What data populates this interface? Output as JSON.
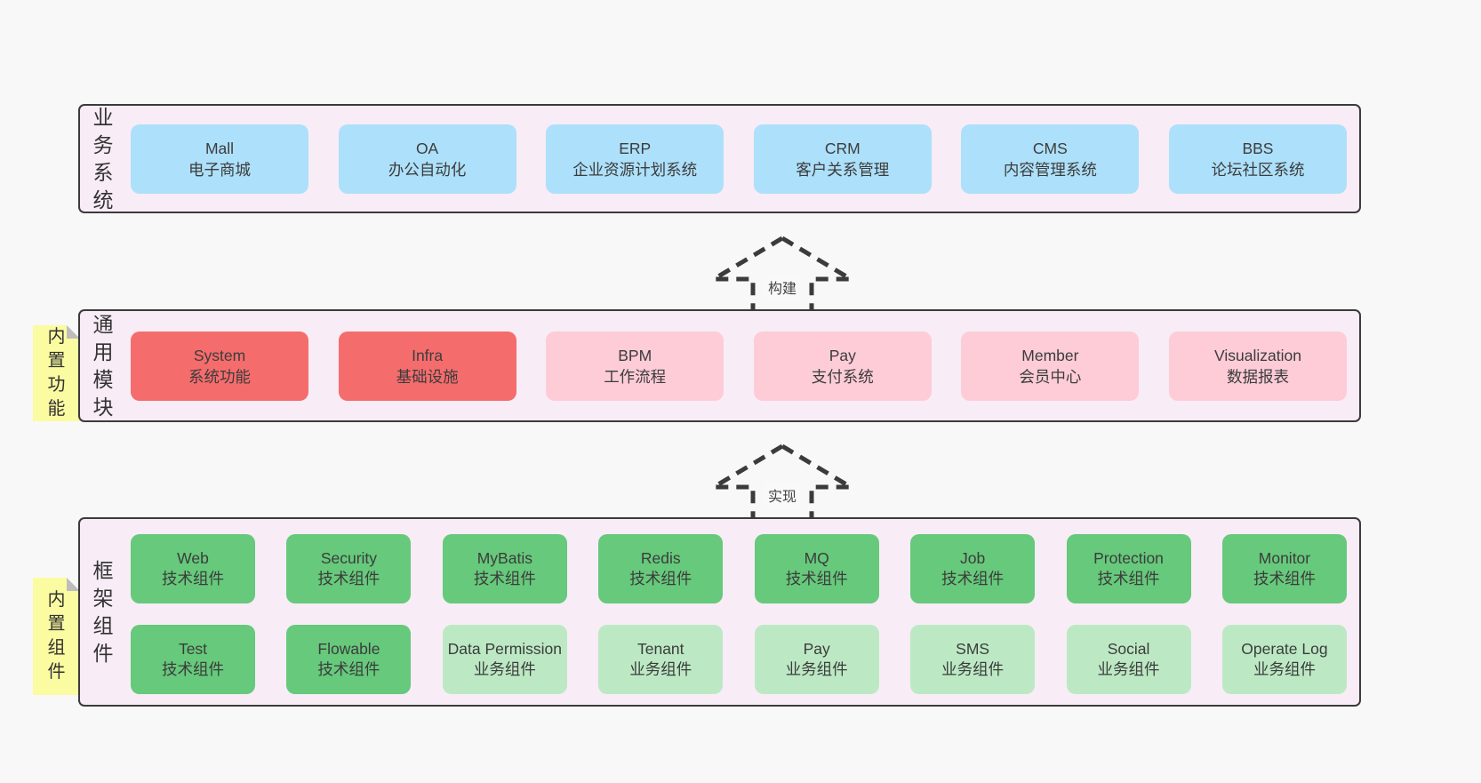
{
  "palette": {
    "page_bg": "#f8f8f8",
    "panel_bg": "#f8ecf6",
    "panel_border": "#3b3b3b",
    "blue": "#ade0fa",
    "red": "#f56c6c",
    "pink": "#fdccd7",
    "green": "#66c97b",
    "light_green": "#bce9c4",
    "note_yellow": "#fbfba1",
    "text": "#3c3c3c"
  },
  "business": {
    "label": "业务系统",
    "items": [
      {
        "name": "Mall",
        "desc": "电子商城",
        "variant": "blue"
      },
      {
        "name": "OA",
        "desc": "办公自动化",
        "variant": "blue"
      },
      {
        "name": "ERP",
        "desc": "企业资源计划系统",
        "variant": "blue"
      },
      {
        "name": "CRM",
        "desc": "客户关系管理",
        "variant": "blue"
      },
      {
        "name": "CMS",
        "desc": "内容管理系统",
        "variant": "blue"
      },
      {
        "name": "BBS",
        "desc": "论坛社区系统",
        "variant": "blue"
      }
    ]
  },
  "arrows": {
    "build": "构建",
    "implement": "实现"
  },
  "modules": {
    "label": "通用模块",
    "note": "内置功能",
    "items": [
      {
        "name": "System",
        "desc": "系统功能",
        "variant": "red"
      },
      {
        "name": "Infra",
        "desc": "基础设施",
        "variant": "red"
      },
      {
        "name": "BPM",
        "desc": "工作流程",
        "variant": "pink"
      },
      {
        "name": "Pay",
        "desc": "支付系统",
        "variant": "pink"
      },
      {
        "name": "Member",
        "desc": "会员中心",
        "variant": "pink"
      },
      {
        "name": "Visualization",
        "desc": "数据报表",
        "variant": "pink"
      }
    ]
  },
  "components": {
    "label": "框架组件",
    "note": "内置组件",
    "row1": [
      {
        "name": "Web",
        "desc": "技术组件",
        "variant": "green"
      },
      {
        "name": "Security",
        "desc": "技术组件",
        "variant": "green"
      },
      {
        "name": "MyBatis",
        "desc": "技术组件",
        "variant": "green"
      },
      {
        "name": "Redis",
        "desc": "技术组件",
        "variant": "green"
      },
      {
        "name": "MQ",
        "desc": "技术组件",
        "variant": "green"
      },
      {
        "name": "Job",
        "desc": "技术组件",
        "variant": "green"
      },
      {
        "name": "Protection",
        "desc": "技术组件",
        "variant": "green"
      },
      {
        "name": "Monitor",
        "desc": "技术组件",
        "variant": "green"
      }
    ],
    "row2": [
      {
        "name": "Test",
        "desc": "技术组件",
        "variant": "green"
      },
      {
        "name": "Flowable",
        "desc": "技术组件",
        "variant": "green"
      },
      {
        "name": "Data Permission",
        "desc": "业务组件",
        "variant": "lightgreen"
      },
      {
        "name": "Tenant",
        "desc": "业务组件",
        "variant": "lightgreen"
      },
      {
        "name": "Pay",
        "desc": "业务组件",
        "variant": "lightgreen"
      },
      {
        "name": "SMS",
        "desc": "业务组件",
        "variant": "lightgreen"
      },
      {
        "name": "Social",
        "desc": "业务组件",
        "variant": "lightgreen"
      },
      {
        "name": "Operate Log",
        "desc": "业务组件",
        "variant": "lightgreen"
      }
    ]
  }
}
